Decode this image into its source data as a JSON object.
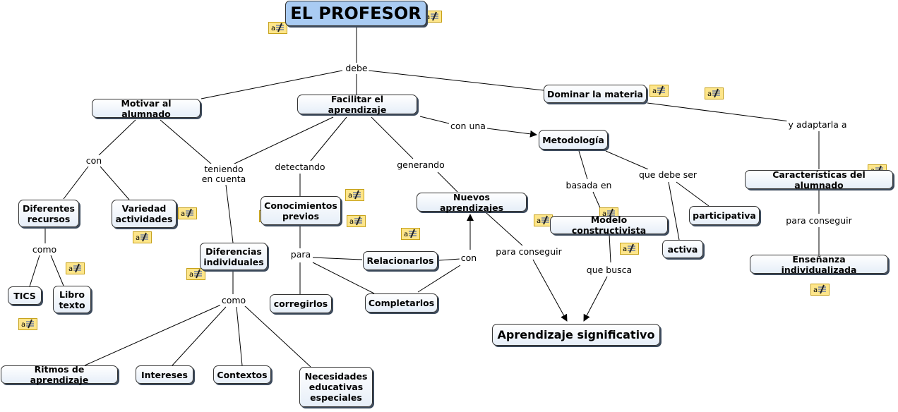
{
  "concepts": {
    "root": "EL PROFESOR",
    "motivar": "Motivar al alumnado",
    "facilitar": "Facilitar el aprendizaje",
    "dominar": "Dominar la materia",
    "metodologia": "Metodología",
    "caracteristicas": "Características del alumnado",
    "ensenanza": "Enseñanza individualizada",
    "recursos": "Diferentes\nrecursos",
    "variedad": "Variedad\nactividades",
    "tics": "TICS",
    "libro": "Libro\ntexto",
    "diferencias": "Diferencias\nindividuales",
    "ritmos": "Ritmos de aprendizaje",
    "intereses": "Intereses",
    "contextos": "Contextos",
    "necesidades": "Necesidades\neducativas\nespeciales",
    "conocimientos": "Conocimientos\nprevios",
    "corregirlos": "corregirlos",
    "relacionarlos": "Relacionarlos",
    "completarlos": "Completarlos",
    "nuevos": "Nuevos aprendizajes",
    "modelo": "Modelo constructivista",
    "participativa": "participativa",
    "activa": "activa",
    "significativo": "Aprendizaje significativo"
  },
  "links": {
    "debe": "debe",
    "con_una": "con una",
    "y_adaptarla": "y adaptarla a",
    "para_conseguir_1": "para conseguir",
    "con_1": "con",
    "teniendo": "teniendo\nen cuenta",
    "como_1": "como",
    "como_2": "como",
    "detectando": "detectando",
    "generando": "generando",
    "para": "para",
    "con_2": "con",
    "para_conseguir_2": "para conseguir",
    "basada_en": "basada en",
    "que_debe_ser": "que debe ser",
    "que_busca": "que busca"
  },
  "colors": {
    "root_fill": "#a9cbf2",
    "node_fill": "#e6eef8",
    "line": "#000000",
    "note_fill": "#fde58a",
    "note_border": "#c7a21b"
  },
  "icons": {
    "note": "annotation-note-icon"
  }
}
